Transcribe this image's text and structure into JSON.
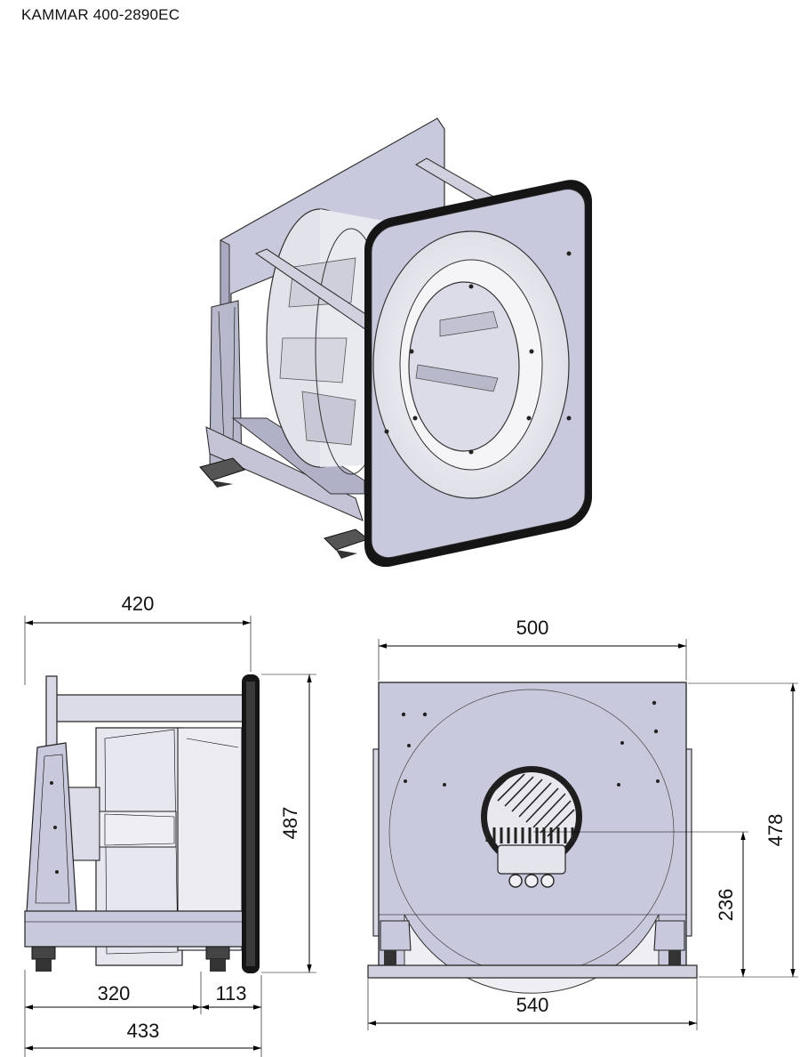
{
  "title": "KAMMAR 400-2890EC",
  "dimensions": {
    "side_height": "487",
    "side_width": "420",
    "side_base_length": "320",
    "side_inlet_depth": "113",
    "side_total_length": "433",
    "front_width": "500",
    "front_height": "478",
    "front_shaft_height": "236",
    "front_base_width": "540"
  },
  "colors": {
    "panel": "#c9c9dd",
    "panel_dark": "#a9a9c2",
    "steel": "#d8d8e6",
    "wheel": "#eeeeef",
    "gasket": "#151515"
  }
}
